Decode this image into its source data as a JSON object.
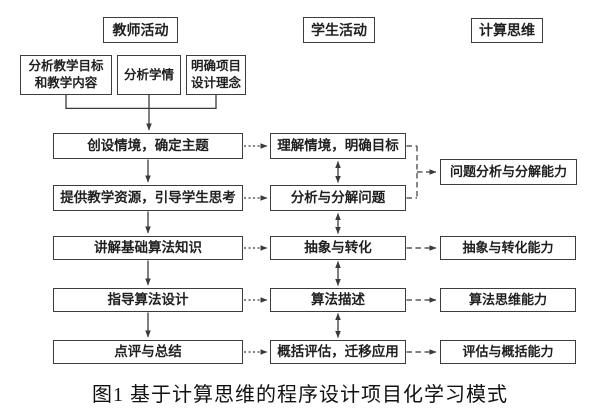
{
  "colors": {
    "line": "#3a3a3a",
    "border": "#3c3c3c",
    "text": "#1f1f1f",
    "background": "#ffffff"
  },
  "headers": {
    "teacher": "教师活动",
    "student": "学生活动",
    "computational_thinking": "计算思维"
  },
  "prep_steps": [
    "分析教学目标和教学内容",
    "分析学情",
    "明确项目设计理念"
  ],
  "teacher_steps": [
    "创设情境，确定主题",
    "提供教学资源，引导学生思考",
    "讲解基础算法知识",
    "指导算法设计",
    "点评与总结"
  ],
  "student_steps": [
    "理解情境，明确目标",
    "分析与分解问题",
    "抽象与转化",
    "算法描述",
    "概括评估，迁移应用"
  ],
  "ability_nodes": [
    "问题分析与分解能力",
    "抽象与转化能力",
    "算法思维能力",
    "评估与概括能力"
  ],
  "caption": "图1 基于计算思维的程序设计项目化学习模式"
}
